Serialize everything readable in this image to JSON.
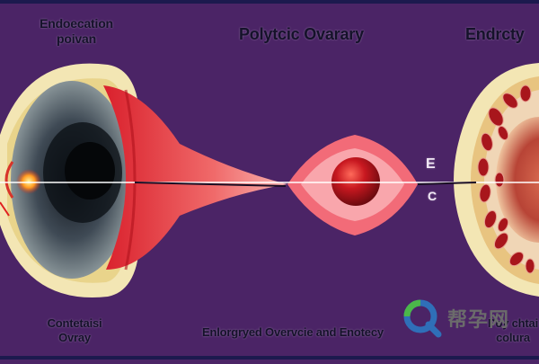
{
  "labels": {
    "title_left": "Endoecation\npoivan",
    "title_center": "Polytcic Ovarary",
    "title_right": "Endrcty",
    "marker_e": "E",
    "marker_c": "C",
    "caption_left": "Contetaisi\nOvray",
    "caption_center": "Enlorgryed Overvcie and Enotecy",
    "caption_right": "Poy chtai\ncolura"
  },
  "watermark": {
    "text": "帮孕网"
  },
  "colors": {
    "background": "#4b2466",
    "membrane": "#f3e6b4",
    "tissue_red": "#e8404a",
    "core_dark": "#1f2a34",
    "nodule_red": "#c01a22",
    "cell_red": "#a8161c"
  }
}
